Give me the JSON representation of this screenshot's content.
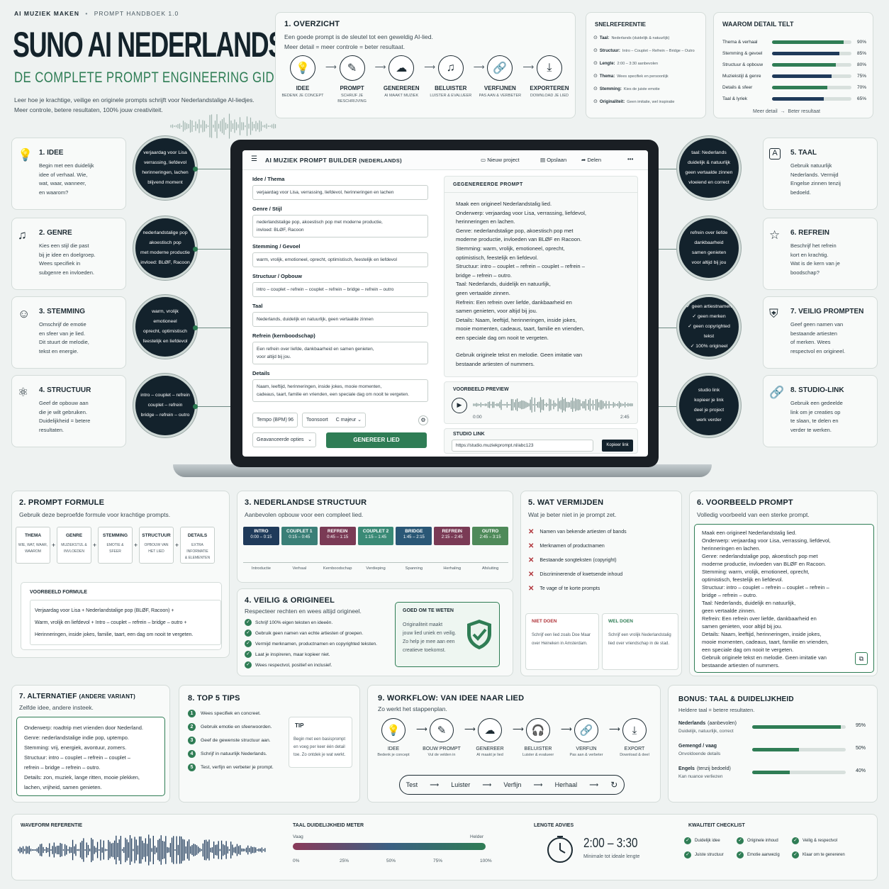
{
  "header": {
    "brand": "AI MUZIEK MAKEN",
    "sep": "•",
    "handbook": "PROMPT HANDBOEK 1.0",
    "title": "SUNO AI NEDERLANDS",
    "subtitle": "DE COMPLETE PROMPT ENGINEERING GIDS",
    "intro": "Leer hoe je krachtige, veilige en originele prompts schrijft voor Nederlandstalige AI-liedjes.\nMeer controle, betere resultaten, 100% jouw creativiteit."
  },
  "overview": {
    "title": "1.  OVERZICHT",
    "lines": "Een goede prompt is de sleutel tot een geweldig AI-lied.\nMeer detail = meer controle = beter resultaat.",
    "steps": [
      {
        "icon": "lightbulb-icon",
        "label": "IDEE",
        "desc": "BEDENK JE CONCEPT"
      },
      {
        "icon": "pencil-icon",
        "label": "PROMPT",
        "desc": "SCHRIJF JE\nBESCHRIJVING"
      },
      {
        "icon": "cloud-icon",
        "label": "GENEREREN",
        "desc": "AI MAAKT MUZIEK"
      },
      {
        "icon": "music-note-icon",
        "label": "BELUISTER",
        "desc": "LUISTER & EVALUEER"
      },
      {
        "icon": "link-icon",
        "label": "VERFIJNEN",
        "desc": "PAS AAN & VERBETER"
      },
      {
        "icon": "download-icon",
        "label": "EXPORTEREN",
        "desc": "DOWNLOAD JE LIED"
      }
    ]
  },
  "quickref": {
    "title": "SNELREFERENTIE",
    "items": [
      {
        "k": "Taal:",
        "v": "Nederlands (duidelijk & natuurlijk)"
      },
      {
        "k": "Structuur:",
        "v": "Intro – Couplet – Refrein – Bridge – Outro"
      },
      {
        "k": "Lengte:",
        "v": "2:00 – 3:30 aanbevolen"
      },
      {
        "k": "Thema:",
        "v": "Wees specifiek en persoonlijk"
      },
      {
        "k": "Stemming:",
        "v": "Kies de juiste emotie"
      },
      {
        "k": "Originaliteit:",
        "v": "Geen imitatie, wel inspiratie"
      }
    ]
  },
  "detail": {
    "title": "WAAROM DETAIL TELT",
    "items": [
      {
        "label": "Thema & verhaal",
        "value": 90,
        "pct": "90%"
      },
      {
        "label": "Stemming & gevoel",
        "value": 85,
        "pct": "85%"
      },
      {
        "label": "Structuur & opbouw",
        "value": 80,
        "pct": "80%"
      },
      {
        "label": "Muziekstijl & genre",
        "value": 75,
        "pct": "75%"
      },
      {
        "label": "Details & sfeer",
        "value": 70,
        "pct": "70%"
      },
      {
        "label": "Taal & lyriek",
        "value": 65,
        "pct": "65%"
      }
    ],
    "foot1": "Meer detail",
    "foot2": "Beter resultaat"
  },
  "left_cards": [
    {
      "icon": "lightbulb-icon",
      "title": "1.  IDEE",
      "text": "Begin met een duidelijk\nidee of verhaal. Wie,\nwat, waar, wanneer,\nen waarom?",
      "bubble": "verjaardag voor Lisa\nverrassing, liefdevol\nherinneringen, lachen\nblijvend moment"
    },
    {
      "icon": "music-note-icon",
      "title": "2.  GENRE",
      "text": "Kies een stijl die past\nbij je idee en doelgroep.\nWees specifiek in\nsubgenre en invloeden.",
      "bubble": "nederlandstalige pop\nakoestisch pop\nmet moderne productie\ninvloed: BLØF, Racoon"
    },
    {
      "icon": "smiley-icon",
      "title": "3.  STEMMING",
      "text": "Omschrijf de emotie\nen sfeer van je lied.\nDit stuurt de melodie,\ntekst en energie.",
      "bubble": "warm, vrolijk\nemotioneel\noprecht, optimistisch\nfeestelijk en liefdevol"
    },
    {
      "icon": "structure-icon",
      "title": "4.  STRUCTUUR",
      "text": "Geef de opbouw aan\ndie je wilt gebruiken.\nDuidelijkheid = betere\nresultaten.",
      "bubble": "intro – couplet – refrein\ncouplet – refrein\nbridge – refrein – outro"
    }
  ],
  "right_cards": [
    {
      "icon": "letter-a-icon",
      "title": "5.  TAAL",
      "text": "Gebruik natuurlijk\nNederlands. Vermijd\nEngelse zinnen tenzij\nbedoeld.",
      "bubble": "taal: Nederlands\nduidelijk & natuurlijk\ngeen vertaalde zinnen\nvloeiend en correct"
    },
    {
      "icon": "star-icon",
      "title": "6.  REFREIN",
      "text": "Beschrijf het refrein\nkort en krachtig.\nWat is de kern van je\nboodschap?",
      "bubble": "refrein over liefde\ndankbaarheid\nsamen genieten\nvoor altijd bij jou"
    },
    {
      "icon": "shield-icon",
      "title": "7.  VEILIG PROMPTEN",
      "text": "Geef geen namen van\nbestaande artiesten\nof merken. Wees\nrespectvol en origineel.",
      "bubble": "✓ geen artiestnamen\n✓ geen merken\n✓ geen copyrighted tekst\n✓ 100% origineel"
    },
    {
      "icon": "link-icon",
      "title": "8.  STUDIO-LINK",
      "text": "Gebruik een gedeelde\nlink om je creaties op\nte slaan, te delen en\nverder te werken.",
      "bubble": "studio link\nkopieer je link\ndeel je project\nwerk verder"
    }
  ],
  "app": {
    "menu": "☰",
    "title": "AI MUZIEK PROMPT BUILDER",
    "lang": "(NEDERLANDS)",
    "new": "Nieuw project",
    "save": "Opslaan",
    "share": "Delen",
    "more": "•••",
    "fields": [
      {
        "label": "Idee / Thema",
        "value": "verjaardag voor Lisa, verrassing, liefdevol, herinneringen en lachen"
      },
      {
        "label": "Genre / Stijl",
        "value": "nederlandstalige pop, akoestisch pop met moderne productie,\ninvloed: BLØF, Racoon"
      },
      {
        "label": "Stemming / Gevoel",
        "value": "warm, vrolijk, emotioneel, oprecht, optimistisch, feestelijk en liefdevol"
      },
      {
        "label": "Structuur / Opbouw",
        "value": "intro – couplet – refrein – couplet – refrein – bridge – refrein – outro"
      },
      {
        "label": "Taal",
        "value": "Nederlands, duidelijk en natuurlijk, geen vertaalde zinnen"
      },
      {
        "label": "Refrein (kernboodschap)",
        "value": "Een refrein over liefde, dankbaarheid en samen genieten,\nvoor altijd bij jou."
      },
      {
        "label": "Details",
        "value": "Naam, leeftijd, herinneringen, inside jokes, mooie momenten,\ncadeaus, taart, familie en vrienden, een speciale dag om nooit te vergeten."
      }
    ],
    "tempo_label": "Tempo (BPM)",
    "tempo": "96",
    "key_label": "Toonsoort",
    "key": "C majeur",
    "adv": "Geavanceerde opties",
    "generate": "GENEREER LIED",
    "gen_title": "GEGENEREERDE PROMPT",
    "gen_text": "Maak een origineel Nederlandstalig lied.\nOnderwerp: verjaardag voor Lisa, verrassing, liefdevol,\nherinneringen en lachen.\nGenre: nederlandstalige pop, akoestisch pop met\nmoderne productie, invloeden van BLØF en Racoon.\nStemming: warm, vrolijk, emotioneel, oprecht,\noptimistisch, feestelijk en liefdevol.\nStructuur: intro – couplet – refrein – couplet – refrein –\nbridge – refrein – outro.\nTaal: Nederlands, duidelijk en natuurlijk,\ngeen vertaalde zinnen.\nRefrein: Een refrein over liefde, dankbaarheid en\nsamen genieten, voor altijd bij jou.\nDetails: Naam, leeftijd, herinneringen, inside jokes,\nmooie momenten, cadeaus, taart, familie en vrienden,\neen speciale dag om nooit te vergeten.",
    "gen_text2": "Gebruik originele tekst en melodie. Geen imitatie van\nbestaande artiesten of nummers.",
    "preview_title": "VOORBEELD PREVIEW",
    "t0": "0:00",
    "t1": "2:45",
    "studio_title": "STUDIO LINK",
    "studio_url": "https://studio.muziekprompt.nl/abc123",
    "copy": "Kopieer link"
  },
  "formula": {
    "title": "2.  PROMPT FORMULE",
    "sub": "Gebruik deze beproefde formule voor krachtige prompts.",
    "boxes": [
      {
        "t": "THEMA",
        "d": "WIE, WAT, WAAR,\nWAAROM"
      },
      {
        "t": "GENRE",
        "d": "MUZIEKSTIJL &\nINVLOEDEN"
      },
      {
        "t": "STEMMING",
        "d": "EMOTIE &\nSFEER"
      },
      {
        "t": "STRUCTUUR",
        "d": "OPBOUW VAN\nHET LIED"
      },
      {
        "t": "DETAILS",
        "d": "EXTRA INFORMATIE\n& ELEMENTEN"
      }
    ],
    "plus": "+",
    "ex_title": "VOORBEELD FORMULE",
    "ex_text": "Verjaardag voor Lisa + Nederlandstalige pop (BLØF, Racoon) +\nWarm, vrolijk en liefdevol + Intro – couplet – refrein – bridge – outro +\nHerinneringen, inside jokes, familie, taart, een dag om nooit te vergeten."
  },
  "structure": {
    "title": "3.  NEDERLANDSE STRUCTUUR",
    "sub": "Aanbevolen opbouw voor een compleet lied.",
    "parts": [
      {
        "n": "INTRO",
        "t": "0:00 – 0:15",
        "c": "#1f3a5a",
        "d": "Introductie"
      },
      {
        "n": "COUPLET 1",
        "t": "0:15 – 0:45",
        "c": "#3a7f77",
        "d": "Verhaal"
      },
      {
        "n": "REFREIN",
        "t": "0:45 – 1:15",
        "c": "#7a3a55",
        "d": "Kernboodschap"
      },
      {
        "n": "COUPLET 2",
        "t": "1:15 – 1:45",
        "c": "#3a8a76",
        "d": "Verdieping"
      },
      {
        "n": "BRIDGE",
        "t": "1:45 – 2:15",
        "c": "#2a5776",
        "d": "Spanning"
      },
      {
        "n": "REFREIN",
        "t": "2:15 – 2:45",
        "c": "#7a3a55",
        "d": "Herhaling"
      },
      {
        "n": "OUTRO",
        "t": "2:45 – 3:15",
        "c": "#4f8a5a",
        "d": "Afsluiting"
      }
    ]
  },
  "avoid": {
    "title": "5.  WAT VERMIJDEN",
    "sub": "Wat je beter niet in je prompt zet.",
    "items": [
      "Namen van bekende artiesten of bands",
      "Merknamen of productnamen",
      "Bestaande songteksten (copyright)",
      "Discriminerende of kwetsende inhoud",
      "Te vage of te korte prompts"
    ],
    "not_title": "NIET DOEN",
    "not_text": "Schrijf een lied zoals Doe Maar\nover Heineken in Amsterdam.",
    "do_title": "WEL DOEN",
    "do_text": "Schrijf een vrolijk Nederlandstalig\nlied over vriendschap in de stad."
  },
  "example": {
    "title": "6.  VOORBEELD PROMPT",
    "sub": "Volledig voorbeeld van een sterke prompt.",
    "text": "Maak een origineel Nederlandstalig lied.\nOnderwerp: verjaardag voor Lisa, verrassing, liefdevol,\nherinneringen en lachen.\nGenre: nederlandstalige pop, akoestisch pop met\nmoderne productie, invloeden van BLØF en Racoon.\nStemming: warm, vrolijk, emotioneel, oprecht,\noptimistisch, feestelijk en liefdevol.\nStructuur: intro – couplet – refrein – couplet – refrein –\nbridge – refrein – outro.\nTaal: Nederlands, duidelijk en natuurlijk,\ngeen vertaalde zinnen.\nRefrein: Een refrein over liefde, dankbaarheid en\nsamen genieten, voor altijd bij jou.\nDetails: Naam, leeftijd, herinneringen, inside jokes,\nmooie momenten, cadeaus, taart, familie en vrienden,\neen speciale dag om nooit te vergeten.\nGebruik originele tekst en melodie. Geen imitatie van\nbestaande artiesten of nummers."
  },
  "safe": {
    "title": "4.  VEILIG & ORIGINEEL",
    "sub": "Respecteer rechten en wees altijd origineel.",
    "items": [
      "Schrijf 100% eigen teksten en ideeën.",
      "Gebruik geen namen van echte artiesten of groepen.",
      "Vermijd merknamen, productnamen en copyrighted teksten.",
      "Laat je inspireren, maar kopieer niet.",
      "Wees respectvol, positief en inclusief."
    ],
    "good_title": "GOED OM TE WETEN",
    "good_text": "Originaliteit maakt\njouw lied uniek en veilig.\nZo help je mee aan een\ncreatieve toekomst."
  },
  "alt": {
    "title": "7.  ALTERNATIEF",
    "title2": "(ANDERE VARIANT)",
    "sub": "Zelfde idee, andere insteek.",
    "text": "Onderwerp: roadtrip met vrienden door Nederland.\nGenre: nederlandstalige indie pop, uptempo.\nStemming: vrij, energiek, avontuur, zomers.\nStructuur: intro – couplet – refrein – couplet –\nrefrein – bridge – refrein – outro.\nDetails: zon, muziek, lange ritten, mooie plekken,\nlachen, vrijheid, samen genieten."
  },
  "tips": {
    "title": "8.  TOP 5 TIPS",
    "items": [
      "Wees specifiek en concreet.",
      "Gebruik emotie en sfeerwoorden.",
      "Geef de gewenste structuur aan.",
      "Schrijf in natuurlijk Nederlands.",
      "Test, verfijn en verbeter je prompt."
    ],
    "tip_title": "TIP",
    "tip_text": "Begin met een basisprompt\nen voeg per keer één detail\ntoe. Zo ontdek je wat werkt."
  },
  "workflow": {
    "title": "9.  WORKFLOW: VAN IDEE NAAR LIED",
    "sub": "Zo werkt het stappenplan.",
    "steps": [
      {
        "icon": "lightbulb-icon",
        "label": "IDEE",
        "desc": "Bedenk je concept"
      },
      {
        "icon": "pencil-icon",
        "label": "BOUW PROMPT",
        "desc": "Vul de velden in"
      },
      {
        "icon": "cloud-icon",
        "label": "GENEREER",
        "desc": "AI maakt je lied"
      },
      {
        "icon": "headphones-icon",
        "label": "BELUISTER",
        "desc": "Luister & evalueer"
      },
      {
        "icon": "link-icon",
        "label": "VERFIJN",
        "desc": "Pas aan & verbeter"
      },
      {
        "icon": "download-icon",
        "label": "EXPORT",
        "desc": "Download & deel"
      }
    ],
    "loop": [
      "Test",
      "Luister",
      "Verfijn",
      "Herhaal"
    ]
  },
  "bonus": {
    "title": "BONUS: TAAL & DUIDELIJKHEID",
    "sub": "Heldere taal = betere resultaten.",
    "items": [
      {
        "label": "Nederlands",
        "extra": "(aanbevolen)",
        "desc": "Duidelijk, natuurlijk, correct",
        "value": 95,
        "pct": "95%"
      },
      {
        "label": "Gemengd / vaag",
        "extra": "",
        "desc": "Onvoldoende details",
        "value": 50,
        "pct": "50%"
      },
      {
        "label": "Engels",
        "extra": "(tenzij bedoeld)",
        "desc": "Kan nuance verliezen",
        "value": 40,
        "pct": "40%"
      }
    ]
  },
  "footer": {
    "wave_title": "WAVEFORM REFERENTIE",
    "meter_title": "TAAL DUIDELIJKHEID METER",
    "vaag": "Vaag",
    "helder": "Helder",
    "ticks": [
      "0%",
      "25%",
      "50%",
      "75%",
      "100%"
    ],
    "len_title": "LENGTE ADVIES",
    "len_value": "2:00 – 3:30",
    "len_sub": "Minimale tot ideale lengte",
    "check_title": "KWALITEIT CHECKLIST",
    "checks": [
      "Duidelijk idee",
      "Originele inhoud",
      "Veilig & respectvol",
      "Juiste structuur",
      "Emotie aanwezig",
      "Klaar om te genereren"
    ]
  },
  "colors": {
    "accent": "#2f7d55",
    "dark": "#13222c",
    "bg": "#eef2f1"
  }
}
